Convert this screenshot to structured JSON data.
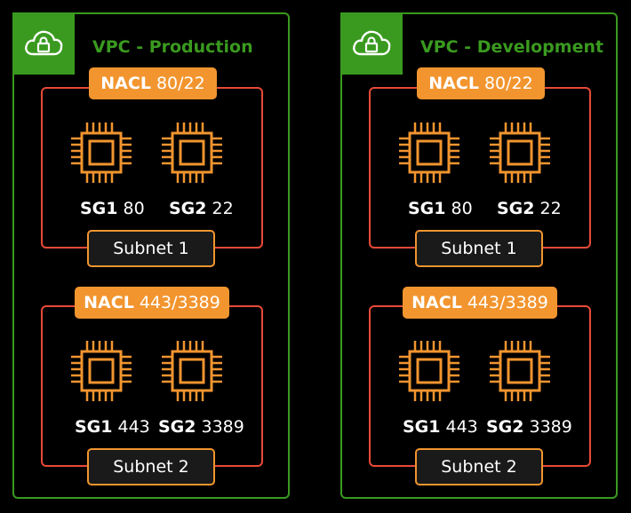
{
  "icon_colors": {
    "vpc": "#3a9a1f",
    "nacl_frame": "#e84a38",
    "accent": "#f2952f"
  },
  "vpcs": [
    {
      "title": "VPC - Production",
      "icon": "cloud-lock-icon",
      "subnets": [
        {
          "nacl_label": "NACL",
          "nacl_ports": "80/22",
          "subnet_label": "Subnet 1",
          "sgs": [
            {
              "name": "SG1",
              "port": "80",
              "icon": "chip-icon"
            },
            {
              "name": "SG2",
              "port": "22",
              "icon": "chip-icon"
            }
          ]
        },
        {
          "nacl_label": "NACL",
          "nacl_ports": "443/3389",
          "subnet_label": "Subnet 2",
          "sgs": [
            {
              "name": "SG1",
              "port": "443",
              "icon": "chip-icon"
            },
            {
              "name": "SG2",
              "port": "3389",
              "icon": "chip-icon"
            }
          ]
        }
      ]
    },
    {
      "title": "VPC - Development",
      "icon": "cloud-lock-icon",
      "subnets": [
        {
          "nacl_label": "NACL",
          "nacl_ports": "80/22",
          "subnet_label": "Subnet 1",
          "sgs": [
            {
              "name": "SG1",
              "port": "80",
              "icon": "chip-icon"
            },
            {
              "name": "SG2",
              "port": "22",
              "icon": "chip-icon"
            }
          ]
        },
        {
          "nacl_label": "NACL",
          "nacl_ports": "443/3389",
          "subnet_label": "Subnet 2",
          "sgs": [
            {
              "name": "SG1",
              "port": "443",
              "icon": "chip-icon"
            },
            {
              "name": "SG2",
              "port": "3389",
              "icon": "chip-icon"
            }
          ]
        }
      ]
    }
  ]
}
